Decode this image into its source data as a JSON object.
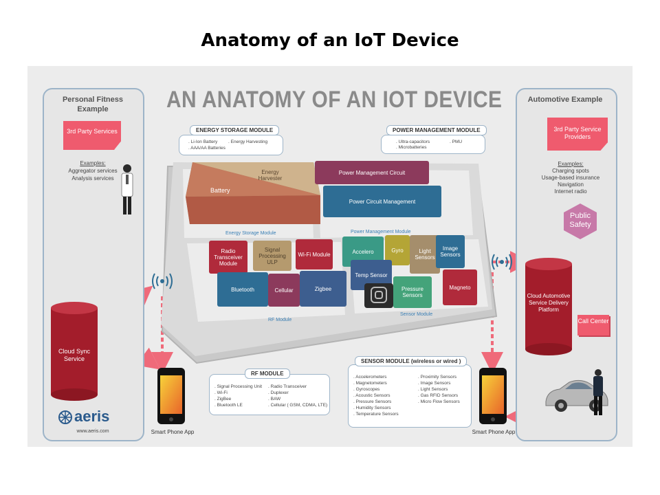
{
  "slide_title": "Anatomy of an IoT Device",
  "main_title": "AN ANATOMY OF AN IOT DEVICE",
  "left_panel": {
    "title": "Personal Fitness Example",
    "service_box": "3rd Party Services",
    "examples_label": "Examples:",
    "examples": [
      "Aggregator services",
      "Analysis services"
    ],
    "cloud": "Cloud Sync Service",
    "brand": "aeris",
    "brand_url": "www.aeris.com"
  },
  "right_panel": {
    "title": "Automotive Example",
    "service_box": "3rd Party Service Providers",
    "examples_label": "Examples:",
    "examples": [
      "Charging spots",
      "Usage-based insurance",
      "Navigation",
      "Internet radio"
    ],
    "public_safety": "Public Safety",
    "cloud": "Cloud Automotive Service Delivery Platform",
    "call_center": "Call Center"
  },
  "energy_storage_module": {
    "title": "ENERGY STORAGE MODULE",
    "col1": [
      "Li-Ion Battery",
      "AAA/AA Batteries"
    ],
    "col2": [
      "Energy Harvesting"
    ]
  },
  "power_management_module": {
    "title": "POWER MANAGEMENT MODULE",
    "col1": [
      "Ultra-capacitors",
      "Microbatteries"
    ],
    "col2": [
      "PMU"
    ]
  },
  "rf_module": {
    "title": "RF MODULE",
    "col1": [
      "Signal Processing Unit",
      "Wi-Fi",
      "ZigBee",
      "Bluetooth LE"
    ],
    "col2": [
      "Radio Transceiver",
      "Duplexer",
      "BAW",
      "Cellular ( GSM, CDMA, LTE)"
    ]
  },
  "sensor_module": {
    "title": "SENSOR MODULE (wireless or wired )",
    "col1": [
      "Accelerometers",
      "Magnetometers",
      "Gyroscopes",
      "Acoustic Sensors",
      "Pressure Sensors",
      "Humidity Sensors",
      "Temperature Sensors"
    ],
    "col2": [
      "Proximity Sensors",
      "Image Sensors",
      "Light Sensors",
      "Gas RFID Sensors",
      "Micro Flow Sensors"
    ]
  },
  "board": {
    "battery": "Battery",
    "energy_harvester": "Energy Harvester",
    "power_mgmt_circuit": "Power Management Circuit",
    "power_circuit_mgmt": "Power Circuit Management",
    "energy_storage_label": "Energy Storage Module",
    "power_mgmt_label": "Power Management Module",
    "radio": "Radio Transceiver Module",
    "signal": "Signal Processing ULP",
    "wifi": "Wi-Fi Module",
    "bluetooth": "Bluetooth",
    "cellular": "Cellular",
    "zigbee": "Zigbee",
    "rf_label": "RF Module",
    "accelero": "Accelero",
    "gyro": "Gyro",
    "light": "Light Sensors",
    "image": "Image Sensors",
    "temp": "Temp Sensor",
    "pressure": "Pressure Sensors",
    "magneto": "Magneto",
    "sensor_label": "Sensor Module"
  },
  "phones": {
    "left_caption": "Smart Phone App",
    "right_caption": "Smart Phone App"
  },
  "colors": {
    "arrow": "#ef6a7a",
    "cloud": "#a31d2b",
    "panel_border": "#9db4c8",
    "pink": "#ef5b6e"
  }
}
